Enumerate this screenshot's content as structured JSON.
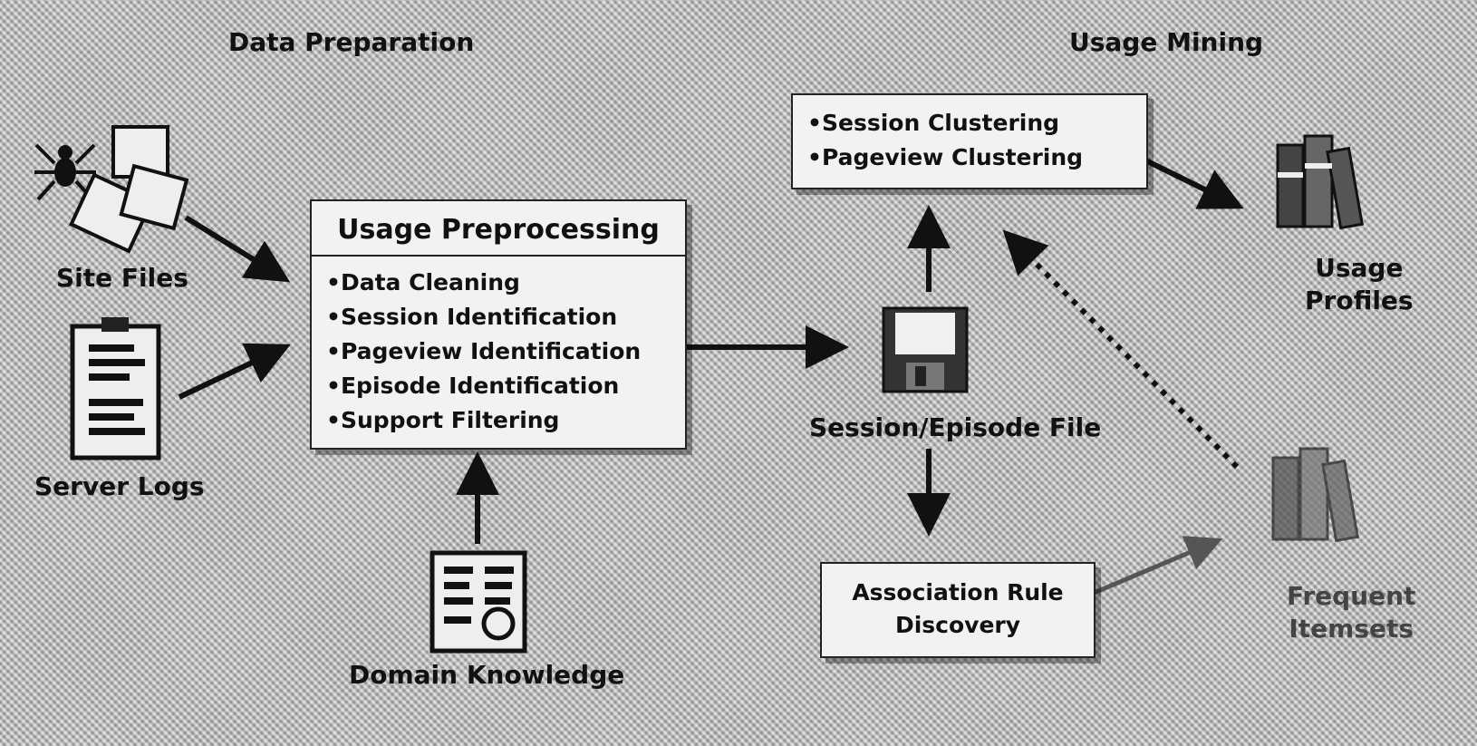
{
  "sections": {
    "data_preparation": "Data Preparation",
    "usage_mining": "Usage Mining"
  },
  "inputs": {
    "site_files": "Site Files",
    "server_logs": "Server Logs",
    "domain_knowledge": "Domain Knowledge"
  },
  "preprocessing": {
    "title": "Usage Preprocessing",
    "steps": [
      "Data Cleaning",
      "Session Identification",
      "Pageview Identification",
      "Episode Identification",
      "Support Filtering"
    ]
  },
  "session_file": "Session/Episode File",
  "clustering": {
    "items": [
      "Session Clustering",
      "Pageview Clustering"
    ]
  },
  "association": {
    "line1": "Association Rule",
    "line2": "Discovery"
  },
  "outputs": {
    "usage_profiles_line1": "Usage",
    "usage_profiles_line2": "Profiles",
    "frequent_itemsets_line1": "Frequent",
    "frequent_itemsets_line2": "Itemsets"
  }
}
